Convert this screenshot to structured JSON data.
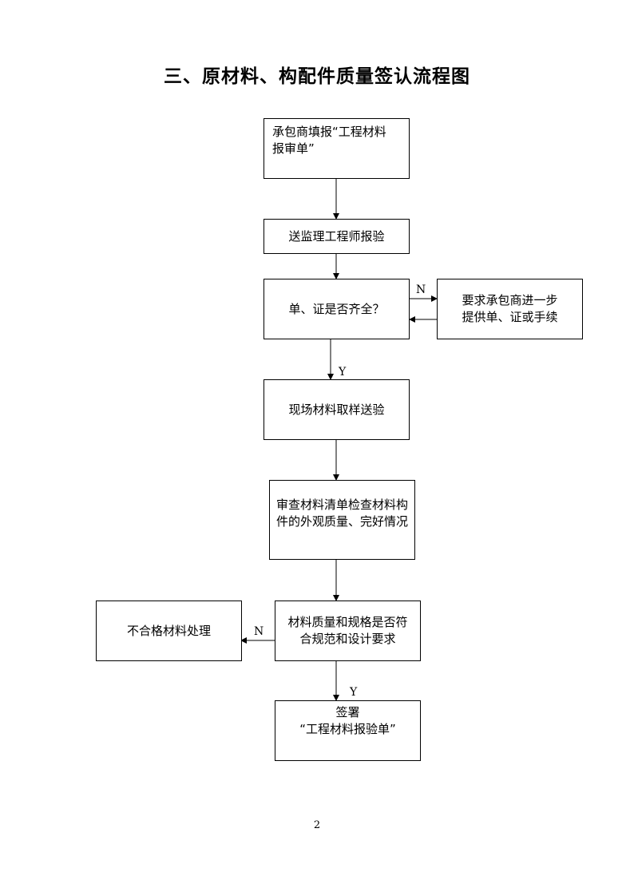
{
  "title": "三、原材料、构配件质量签认流程图",
  "nodes": {
    "contractor_fill": "承包商填报“工程材料\n报审单”",
    "send_engineer": "送监理工程师报验",
    "docs_complete": "单、证是否齐全？",
    "request_more": "要求承包商进一步\n提供单、证或手续",
    "sampling": "现场材料取样送验",
    "review_list": "审查材料清单检查材料构\n件的外观质量、完好情况",
    "quality_check": "材料质量和规格是否符\n合规范和设计要求",
    "unqualified": "不合格材料处理",
    "sign": "签署\n“工程材料报验单”"
  },
  "labels": {
    "n1": "N",
    "y1": "Y",
    "n2": "N",
    "y2": "Y"
  },
  "page_number": "2"
}
